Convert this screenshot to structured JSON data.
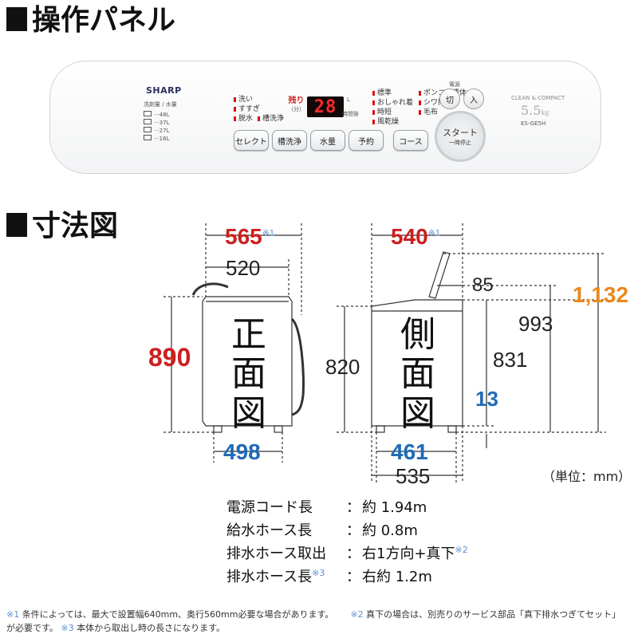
{
  "section_panel": {
    "title": "操作パネル"
  },
  "panel": {
    "brand": "SHARP",
    "capacity_header": "洗剤量 / 水量",
    "levels": [
      "···48L",
      "···37L",
      "···27L",
      "···16L"
    ],
    "labels_left": [
      "洗い",
      "すすぎ",
      "脱水"
    ],
    "label_tub": "槽洗浄",
    "remaining_label": "残り",
    "remaining_unit": "（分）",
    "display_value": "28",
    "display_unit_a": "L",
    "display_unit_b": "時間後",
    "courses_col1": [
      "標準",
      "おしゃれ着",
      "時短",
      "風乾燥"
    ],
    "courses_col2": [
      "ポンコツ遺体",
      "シワ抑え",
      "毛布"
    ],
    "buttons": [
      "セレクト",
      "槽洗浄",
      "水量",
      "予約",
      "コース"
    ],
    "power_label": "電源",
    "power_off": "切",
    "power_on": "入",
    "start_label": "スタート",
    "start_sub": "一時停止",
    "model_tag": "CLEAN & COMPACT",
    "model_capacity": "5.5",
    "model_capacity_unit": "kg",
    "model_number": "ES-GE5H"
  },
  "section_dims": {
    "title": "寸法図"
  },
  "dimensions": {
    "front_width_total": "565",
    "front_width_total_note": "※1",
    "front_width_body": "520",
    "front_height": "890",
    "front_base_width": "498",
    "front_label": "正面図",
    "side_depth_total": "540",
    "side_depth_total_note": "※1",
    "side_lid_offset": "85",
    "side_height_total": "1,132",
    "side_height_lid": "993",
    "side_height_body": "820",
    "side_height_top": "831",
    "side_clearance": "13",
    "side_base_depth": "461",
    "side_base_depth_total": "535",
    "side_label": "側面図",
    "unit_note": "（単位：mm）"
  },
  "specs": [
    {
      "label": "電源コード長",
      "sep": "：",
      "value": "約 1.94m",
      "note": ""
    },
    {
      "label": "給水ホース長",
      "sep": "：",
      "value": "約 0.8m",
      "note": ""
    },
    {
      "label": "排水ホース取出",
      "sep": "：",
      "value": "右1方向+真下",
      "note": "※2"
    },
    {
      "label": "排水ホース長",
      "sep": "：",
      "value": "右約 1.2m",
      "note": "※3"
    }
  ],
  "footnotes": {
    "n1_mark": "※1",
    "n1_text": "条件によっては、最大で設置幅640mm、奥行560mm必要な場合があります。",
    "n2_mark": "※2",
    "n2_text": "真下の場合は、別売りのサービス部品「真下排水つぎてセット」",
    "line2_text": "が必要です。",
    "n3_mark": "※3",
    "n3_text": "本体から取出し時の長さになります。"
  },
  "colors": {
    "red": "#cc1f1f",
    "blue": "#1f6bb5",
    "orange": "#e8891e",
    "led_red": "#ff2a2a"
  }
}
